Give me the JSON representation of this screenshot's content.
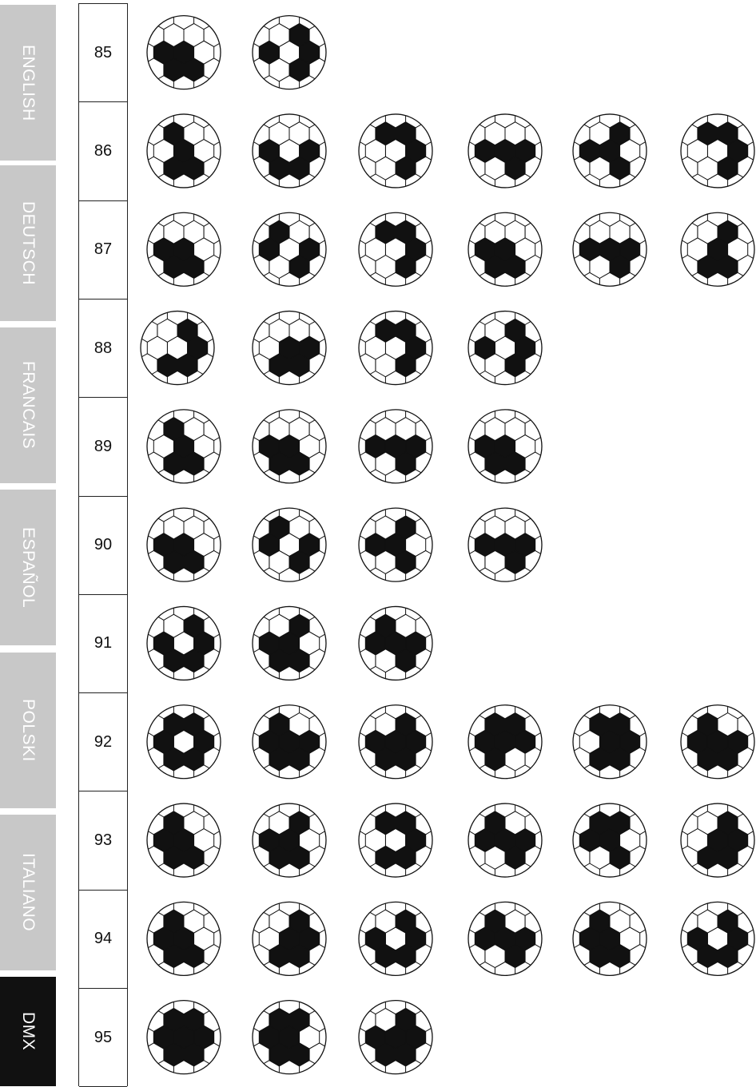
{
  "tabs": [
    {
      "label": "ENGLISH",
      "active": false
    },
    {
      "label": "DEUTSCH",
      "active": false
    },
    {
      "label": "FRANCAIS",
      "active": false
    },
    {
      "label": "ESPAÑOL",
      "active": false
    },
    {
      "label": "POLSKI",
      "active": false
    },
    {
      "label": "ITALIANO",
      "active": false
    },
    {
      "label": "DMX",
      "active": true
    }
  ],
  "rows": [
    {
      "number": "85",
      "patterns": [
        [
          0,
          2,
          3,
          4
        ],
        [
          1,
          2,
          4,
          6
        ]
      ]
    },
    {
      "number": "86",
      "patterns": [
        [
          0,
          2,
          3,
          5
        ],
        [
          1,
          2,
          3,
          4
        ],
        [
          1,
          2,
          5,
          6
        ],
        [
          0,
          1,
          2,
          4
        ],
        [
          0,
          2,
          4,
          6
        ],
        [
          1,
          2,
          5,
          6
        ]
      ]
    },
    {
      "number": "87",
      "patterns": [
        [
          0,
          2,
          3,
          4
        ],
        [
          1,
          2,
          4,
          5
        ],
        [
          1,
          2,
          5,
          6
        ],
        [
          0,
          2,
          3,
          4
        ],
        [
          0,
          1,
          2,
          4
        ],
        [
          0,
          2,
          3,
          6
        ]
      ]
    },
    {
      "number": "88",
      "patterns": [
        [
          1,
          2,
          3,
          6
        ],
        [
          0,
          1,
          2,
          3
        ],
        [
          1,
          2,
          5,
          6
        ],
        [
          1,
          2,
          4,
          6
        ]
      ]
    },
    {
      "number": "89",
      "patterns": [
        [
          0,
          2,
          3,
          5
        ],
        [
          0,
          2,
          3,
          4
        ],
        [
          0,
          1,
          2,
          4
        ],
        [
          0,
          2,
          3,
          4
        ]
      ]
    },
    {
      "number": "90",
      "patterns": [
        [
          0,
          2,
          3,
          4
        ],
        [
          1,
          2,
          4,
          5
        ],
        [
          0,
          2,
          4,
          6
        ],
        [
          0,
          1,
          2,
          4
        ]
      ]
    },
    {
      "number": "91",
      "patterns": [
        [
          1,
          2,
          3,
          4,
          6
        ],
        [
          0,
          2,
          3,
          4,
          6
        ],
        [
          0,
          1,
          2,
          4,
          5
        ]
      ]
    },
    {
      "number": "92",
      "patterns": [
        [
          1,
          2,
          3,
          4,
          5,
          6
        ],
        [
          0,
          1,
          2,
          3,
          4,
          5
        ],
        [
          0,
          1,
          2,
          3,
          4,
          6
        ],
        [
          0,
          1,
          3,
          4,
          5,
          6
        ],
        [
          0,
          1,
          2,
          3,
          5,
          6
        ],
        [
          0,
          1,
          2,
          3,
          4,
          5
        ]
      ]
    },
    {
      "number": "93",
      "patterns": [
        [
          0,
          2,
          3,
          4,
          5
        ],
        [
          0,
          2,
          3,
          4,
          6
        ],
        [
          1,
          2,
          5,
          6,
          3
        ],
        [
          0,
          1,
          2,
          4,
          5
        ],
        [
          0,
          2,
          4,
          5,
          6
        ],
        [
          0,
          1,
          2,
          3,
          6
        ]
      ]
    },
    {
      "number": "94",
      "patterns": [
        [
          0,
          2,
          3,
          4,
          5
        ],
        [
          0,
          1,
          2,
          3,
          6
        ],
        [
          1,
          2,
          3,
          4,
          6
        ],
        [
          0,
          1,
          2,
          4,
          5
        ],
        [
          0,
          2,
          3,
          4,
          5
        ],
        [
          1,
          2,
          3,
          4,
          6
        ]
      ]
    },
    {
      "number": "95",
      "patterns": [
        [
          0,
          1,
          2,
          3,
          4,
          5,
          6
        ],
        [
          0,
          2,
          3,
          4,
          5,
          6
        ],
        [
          0,
          1,
          2,
          3,
          4,
          6
        ]
      ]
    }
  ],
  "colors": {
    "ink": "#111111",
    "tab_gray": "#c8c8c8",
    "tab_active": "#111111"
  },
  "icon": "soccer-ball-icon"
}
